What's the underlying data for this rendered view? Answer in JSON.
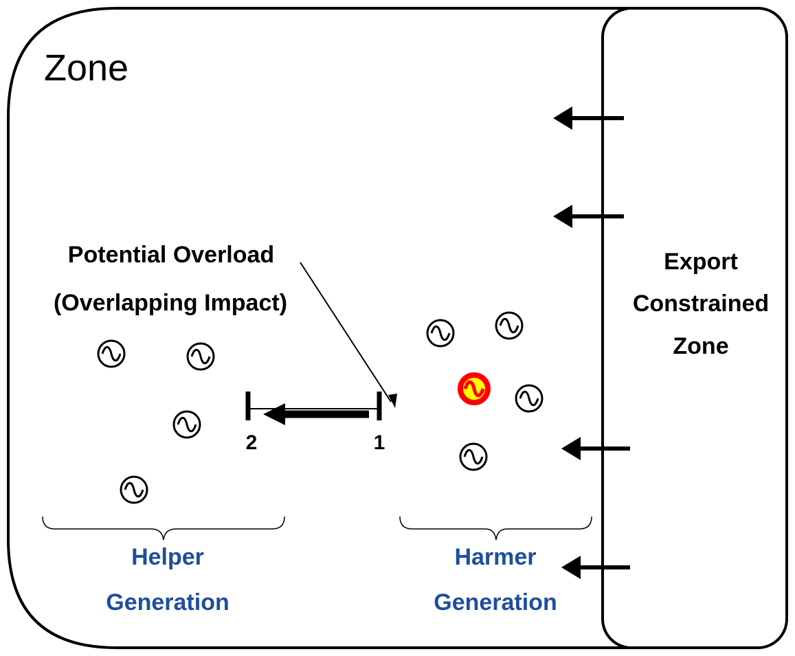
{
  "colors": {
    "stroke": "#000000",
    "group_label": "#1f4e9c",
    "harmer_fill": "#ffff00",
    "harmer_ring": "#ff0000",
    "background": "#ffffff"
  },
  "zone": {
    "title": "Zone"
  },
  "export_zone": {
    "line1": "Export",
    "line2": "Constrained",
    "line3": "Zone",
    "arrow_icon": "left-arrow-icon"
  },
  "overload": {
    "line1": "Potential Overload",
    "line2": "(Overlapping Impact)"
  },
  "flow": {
    "bus1": "1",
    "bus2": "2"
  },
  "groups": {
    "helper": {
      "line1": "Helper",
      "line2": "Generation"
    },
    "harmer": {
      "line1": "Harmer",
      "line2": "Generation"
    }
  },
  "generator_icon": "ac-generator-icon"
}
